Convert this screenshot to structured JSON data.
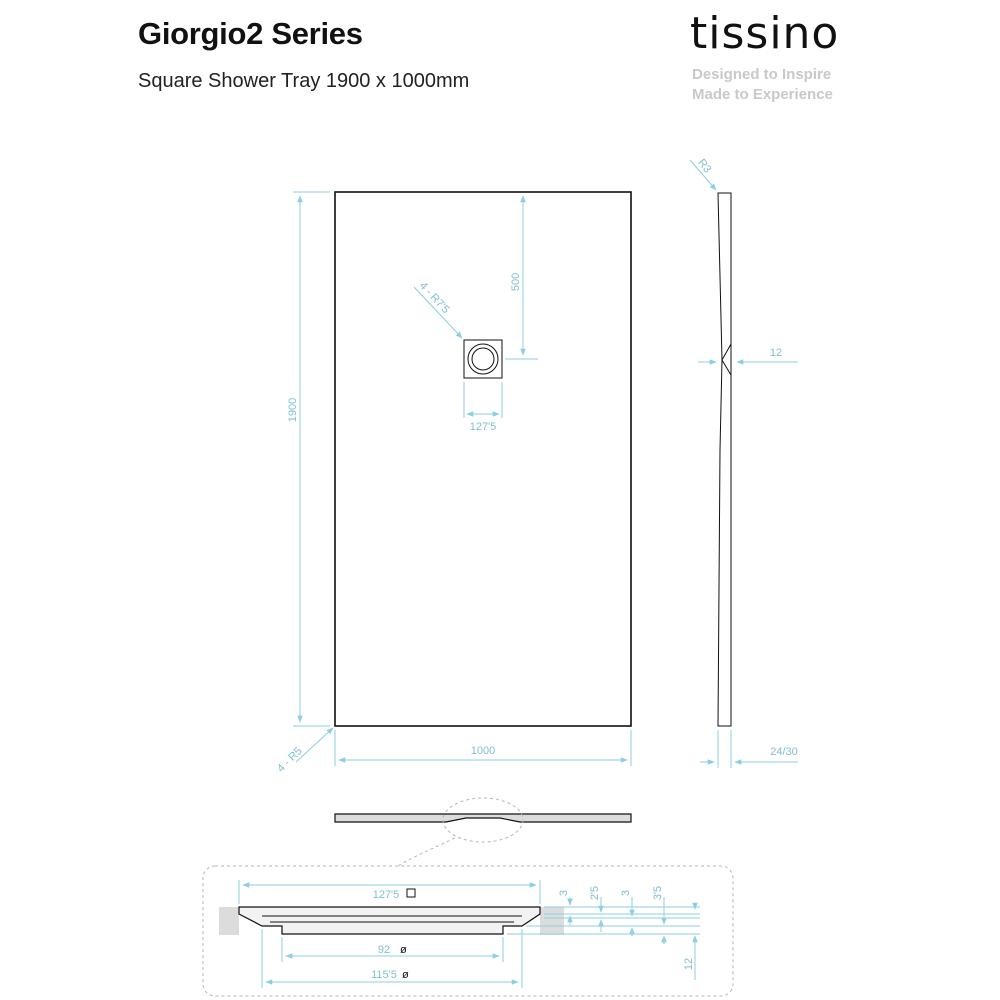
{
  "header": {
    "title": "Giorgio2 Series",
    "subtitle": "Square Shower Tray 1900 x 1000mm"
  },
  "brand": {
    "logo_text": "tissino",
    "tagline_1": "Designed to Inspire",
    "tagline_2": "Made to Experience"
  },
  "plan_view": {
    "length": "1900",
    "width": "1000",
    "drain_offset": "500",
    "drain_radius": "4 - R7'5",
    "drain_size": "127'5",
    "corner_radius": "4 - R5"
  },
  "side_view": {
    "edge_radius": "R3",
    "drain_depth": "12",
    "edge_height": "24/30"
  },
  "detail_view": {
    "top_width": "127'5",
    "bottom_diameter": "92",
    "mid_diameter": "115'5",
    "dim_3a": "3",
    "dim_2_5": "2'5",
    "dim_3b": "3",
    "dim_3_5": "3'5",
    "dim_12": "12"
  },
  "colors": {
    "dimension": "#8ccfe0",
    "outline": "#111111",
    "tagline": "#c9c9c9",
    "fill_grey": "#dcdcdc"
  }
}
